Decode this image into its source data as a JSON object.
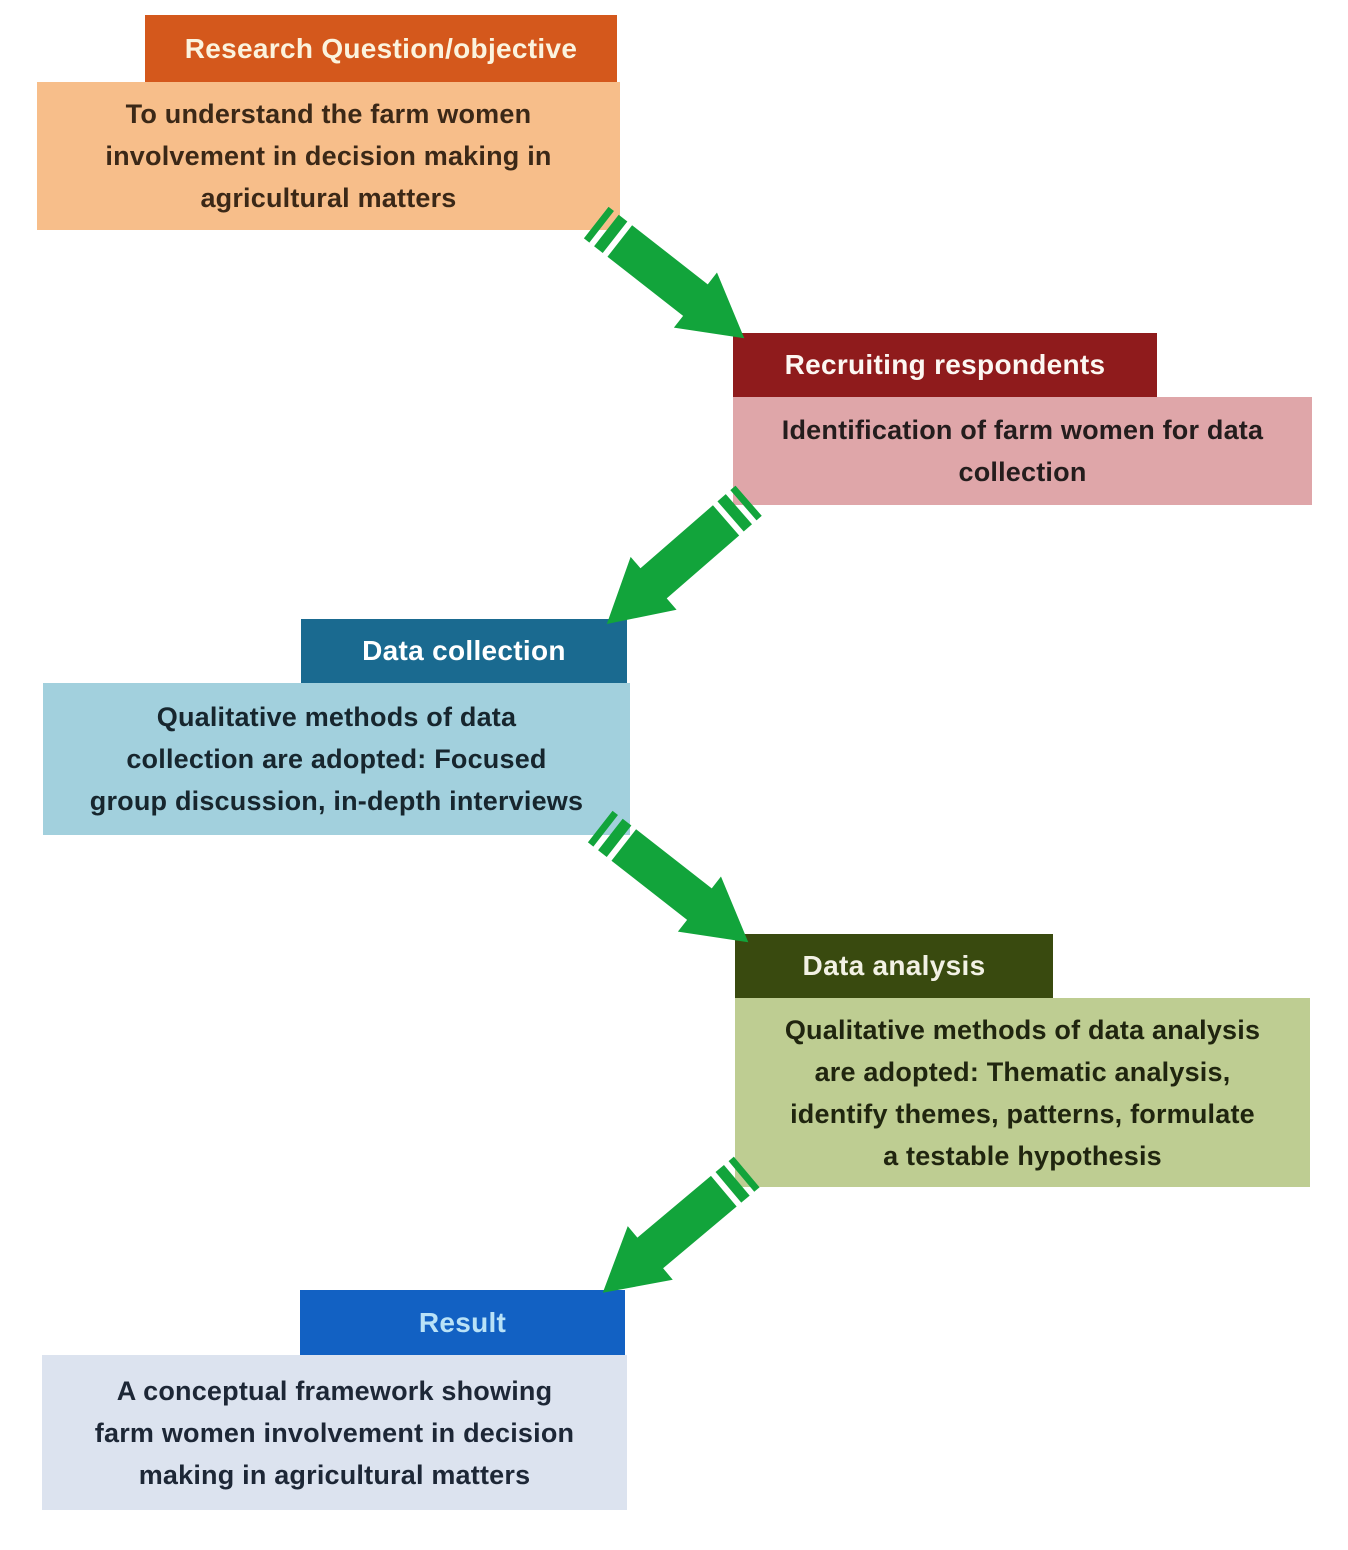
{
  "diagram": {
    "type": "flowchart",
    "background_color": "#ffffff",
    "arrow_color": "#12A43B",
    "blocks": [
      {
        "id": "research-question",
        "header": "Research Question/objective",
        "body": "To understand the farm women\ninvolvement in decision making in\nagricultural matters",
        "header_bg": "#D4581C",
        "header_text_color": "#FBF3DE",
        "body_bg": "#F7BE8A",
        "body_text_color": "#3B2817",
        "header_align": "right"
      },
      {
        "id": "recruiting-respondents",
        "header": "Recruiting respondents",
        "body": "Identification of farm women for data\ncollection",
        "header_bg": "#8F1B1C",
        "header_text_color": "#FCF7F2",
        "body_bg": "#DFA6A9",
        "body_text_color": "#241D1D",
        "header_align": "left"
      },
      {
        "id": "data-collection",
        "header": "Data collection",
        "body": "Qualitative methods of data\ncollection are adopted: Focused\ngroup discussion, in-depth interviews",
        "header_bg": "#1A6A90",
        "header_text_color": "#FFFFFF",
        "body_bg": "#A2D0DD",
        "body_text_color": "#17262E",
        "header_align": "right"
      },
      {
        "id": "data-analysis",
        "header": "Data analysis",
        "body": "Qualitative methods of data analysis\nare adopted: Thematic analysis,\nidentify themes, patterns, formulate\na testable hypothesis",
        "header_bg": "#394A0F",
        "header_text_color": "#F2F1E4",
        "body_bg": "#BECD92",
        "body_text_color": "#20250F",
        "header_align": "left"
      },
      {
        "id": "result",
        "header": "Result",
        "body": "A conceptual framework showing\nfarm women involvement in decision\nmaking in agricultural matters",
        "header_bg": "#1261C3",
        "header_text_color": "#B9E2F7",
        "body_bg": "#DCE3EF",
        "body_text_color": "#1D2736",
        "header_align": "right"
      }
    ],
    "arrows": [
      {
        "id": "arrow-1",
        "from": "research-question",
        "to": "recruiting-respondents",
        "direction": "down-right",
        "color": "#12A43B"
      },
      {
        "id": "arrow-2",
        "from": "recruiting-respondents",
        "to": "data-collection",
        "direction": "down-left",
        "color": "#12A43B"
      },
      {
        "id": "arrow-3",
        "from": "data-collection",
        "to": "data-analysis",
        "direction": "down-right",
        "color": "#12A43B"
      },
      {
        "id": "arrow-4",
        "from": "data-analysis",
        "to": "result",
        "direction": "down-left",
        "color": "#12A43B"
      }
    ]
  }
}
